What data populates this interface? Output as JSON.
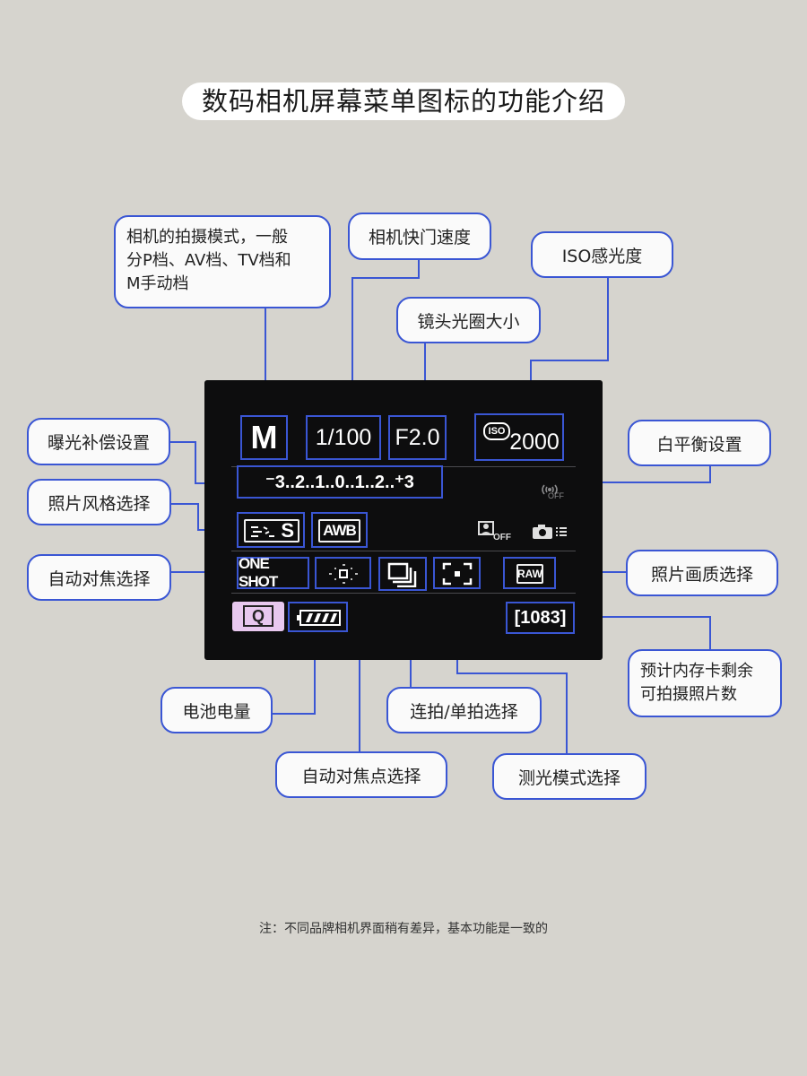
{
  "title": "数码相机屏幕菜单图标的功能介绍",
  "labels": {
    "shooting_mode": "相机的拍摄模式，一般\n分P档、AV档、TV档和\nM手动档",
    "shutter_speed": "相机快门速度",
    "aperture": "镜头光圈大小",
    "iso": "ISO感光度",
    "exposure_comp": "曝光补偿设置",
    "white_balance": "白平衡设置",
    "picture_style": "照片风格选择",
    "af_mode": "自动对焦选择",
    "image_quality": "照片画质选择",
    "shots_remaining": "预计内存卡剩余\n可拍摄照片数",
    "battery": "电池电量",
    "drive_mode": "连拍/单拍选择",
    "af_point": "自动对焦点选择",
    "metering": "测光模式选择"
  },
  "screen": {
    "mode": "M",
    "shutter": "1/100",
    "aperture": "F2.0",
    "iso_prefix": "ISO",
    "iso_value": "2000",
    "exposure_scale": "⁻3..2..1..0..1..2..⁺3",
    "picture_style": "S",
    "white_balance": "AWB",
    "af_mode": "ONE SHOT",
    "quality": "RAW",
    "quick_menu": "Q",
    "shots": "[1083]",
    "off_tag": "OFF"
  },
  "note": "注：不同品牌相机界面稍有差异，基本功能是一致的",
  "colors": {
    "accent": "#3a56d4",
    "screen_bg": "#0d0d0e",
    "page_bg": "#d6d4ce",
    "q_button": "#e8c8ef"
  }
}
